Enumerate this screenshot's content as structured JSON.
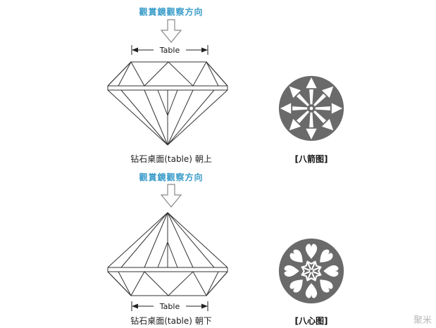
{
  "colors": {
    "accent_blue": "#3a9cc9",
    "circle_gray": "#6a6a6a",
    "line_color": "#333333",
    "pattern_white": "#ffffff"
  },
  "top": {
    "direction_label": "觀賞鏡觀察方向",
    "table_label": "Table",
    "caption": "钻石桌面(table) 朝上",
    "figure_label": "[八箭图]",
    "figure_name": "eight-arrows-view"
  },
  "bottom": {
    "direction_label": "觀賞鏡觀察方向",
    "table_label": "Table",
    "caption": "钻石桌面(table) 朝下",
    "figure_label": "[八心图]",
    "figure_name": "eight-hearts-view"
  },
  "watermark": {
    "text": "聚米"
  }
}
